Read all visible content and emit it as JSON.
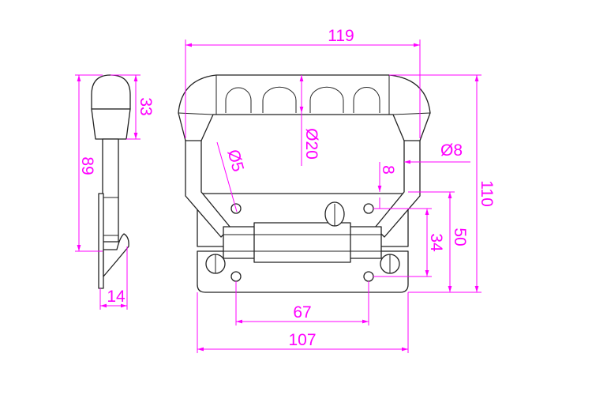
{
  "drawing": {
    "side_view": {
      "dims": {
        "height_total": "89",
        "head_height": "33",
        "base_depth": "14"
      }
    },
    "front_view": {
      "dims": {
        "width_handle": "119",
        "width_plate": "107",
        "hole_spacing_x": "67",
        "height_total": "110",
        "height_plate": "50",
        "hole_spacing_y": "34",
        "offset": "8",
        "grip_diameter": "Ø20",
        "rod_diameter": "Ø8",
        "hole_diameter": "Ø5"
      }
    },
    "colors": {
      "dimension": "#ff00ff",
      "outline": "#222222"
    }
  }
}
